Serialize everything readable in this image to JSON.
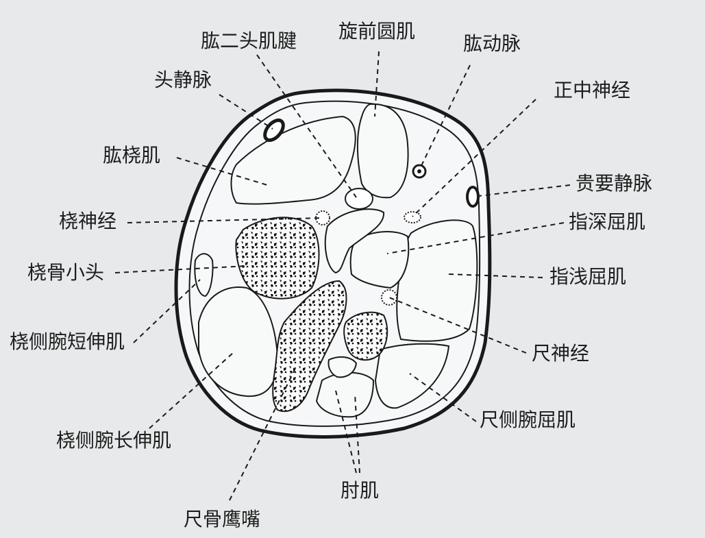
{
  "labels": {
    "biceps_tendon": "肱二头肌腱",
    "pronator_teres": "旋前圆肌",
    "brachial_artery": "肱动脉",
    "cephalic_vein": "头静脉",
    "median_nerve": "正中神经",
    "brachioradialis": "肱桡肌",
    "basilic_vein": "贵要静脉",
    "radial_nerve": "桡神经",
    "fdp": "指深屈肌",
    "radial_head": "桡骨小头",
    "fds": "指浅屈肌",
    "ecrb": "桡侧腕短伸肌",
    "ulnar_nerve": "尺神经",
    "fcu": "尺侧腕屈肌",
    "ecrl": "桡侧腕长伸肌",
    "anconeus": "肘肌",
    "olecranon": "尺骨鹰嘴"
  }
}
